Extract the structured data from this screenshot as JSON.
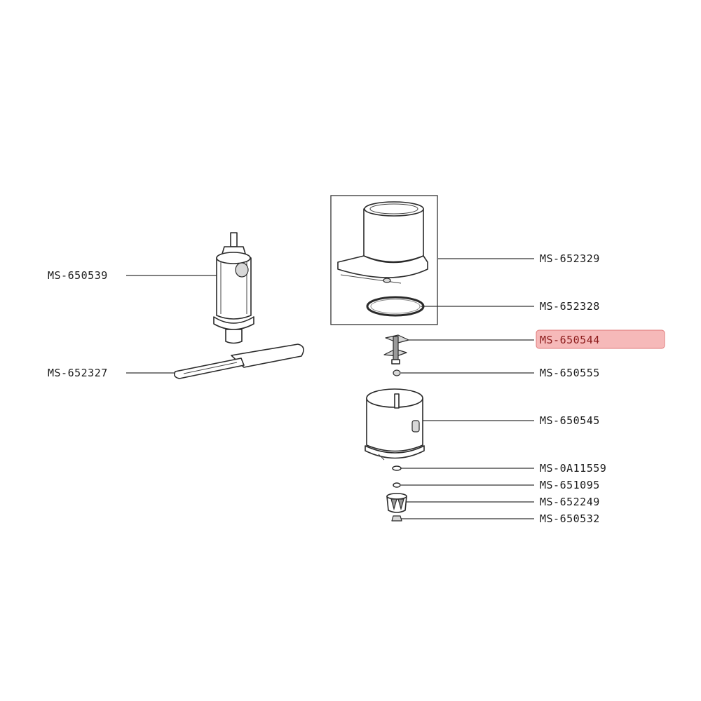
{
  "highlight_color": "#f6b9b9",
  "highlight_border": "#e07a7a",
  "parts": [
    {
      "id": "MS-650539",
      "highlighted": false
    },
    {
      "id": "MS-652327",
      "highlighted": false
    },
    {
      "id": "MS-652329",
      "highlighted": false
    },
    {
      "id": "MS-652328",
      "highlighted": false
    },
    {
      "id": "MS-650544",
      "highlighted": true
    },
    {
      "id": "MS-650555",
      "highlighted": false
    },
    {
      "id": "MS-650545",
      "highlighted": false
    },
    {
      "id": "MS-0A11559",
      "highlighted": false
    },
    {
      "id": "MS-651095",
      "highlighted": false
    },
    {
      "id": "MS-652249",
      "highlighted": false
    },
    {
      "id": "MS-650532",
      "highlighted": false
    }
  ]
}
